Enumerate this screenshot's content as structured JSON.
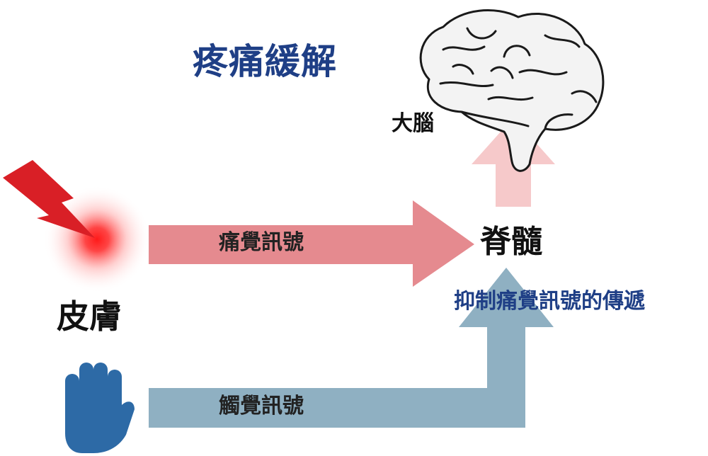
{
  "title": "疼痛緩解",
  "labels": {
    "brain": "大腦",
    "spinal_cord": "脊髓",
    "skin": "皮膚",
    "pain_signal": "痛覺訊號",
    "touch_signal": "觸覺訊號",
    "inhibition": "抑制痛覺訊號的傳遞"
  },
  "icons": {
    "brain": "brain-icon",
    "lightning": "lightning-bolt-icon",
    "pain_spot": "pain-glow-icon",
    "hand": "hand-icon"
  },
  "colors": {
    "title": "#1f3f86",
    "inhibition_text": "#1f3f86",
    "pain_arrow": "#e58a8f",
    "touch_arrow": "#8fb0c2",
    "ascending_arrow": "#f6c9ca",
    "lightning": "#d91f26",
    "pain_glow": "#ff2a2a",
    "hand": "#2d6aa6",
    "brain_fill": "#f3f3f3",
    "brain_outline": "#1a1a1a"
  }
}
